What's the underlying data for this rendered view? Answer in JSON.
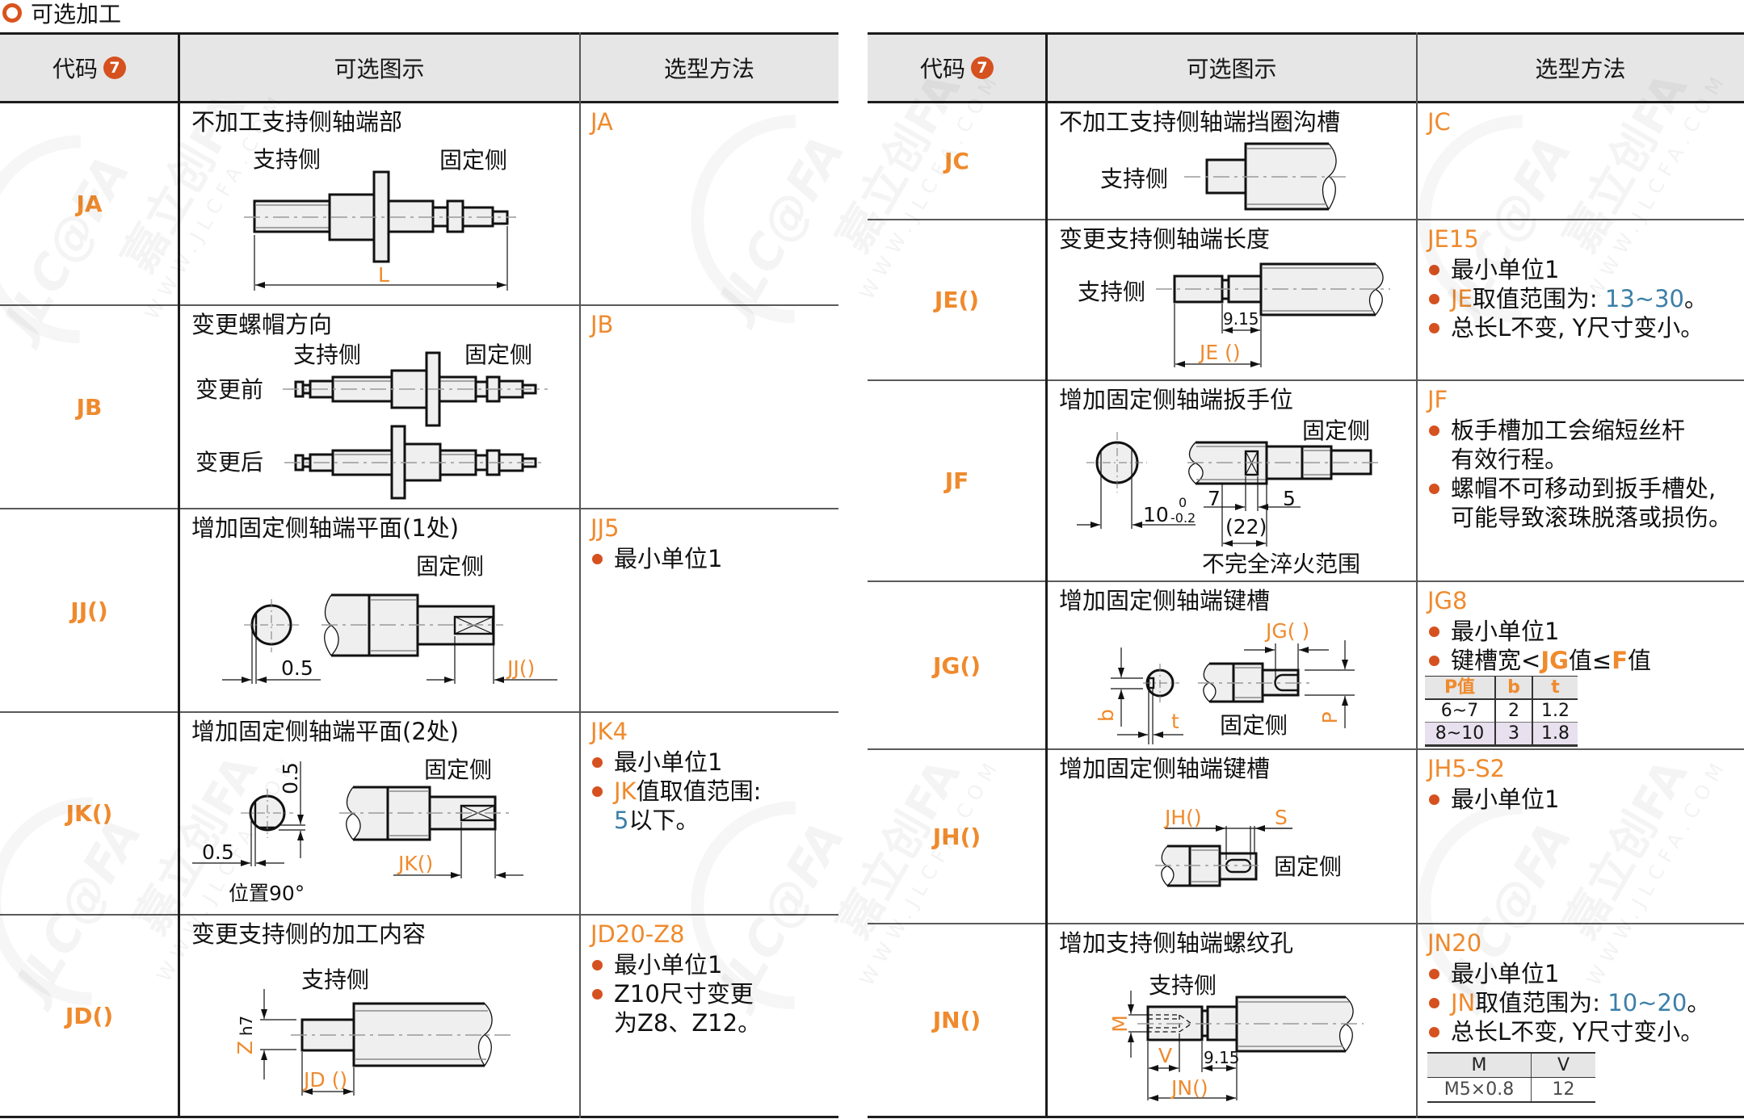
{
  "section": {
    "title": "可选加工"
  },
  "header": {
    "code": "代码",
    "badge": "7",
    "diagram": "可选图示",
    "method": "选型方法"
  },
  "left": {
    "rows": [
      {
        "code": "JA",
        "title": "不加工支持侧轴端部",
        "diagram": {
          "support_side": "支持侧",
          "fixed_side": "固定侧",
          "dim_length": "L"
        },
        "method": {
          "code": "JA",
          "lines": []
        }
      },
      {
        "code": "JB",
        "title": "变更螺帽方向",
        "diagram": {
          "support_side": "支持侧",
          "fixed_side": "固定侧",
          "before": "变更前",
          "after": "变更后"
        },
        "method": {
          "code": "JB",
          "lines": []
        }
      },
      {
        "code": "JJ()",
        "title": "增加固定侧轴端平面(1处)",
        "diagram": {
          "fixed_side": "固定侧",
          "dim_flat": "0.5",
          "dim_code": "JJ()"
        },
        "method": {
          "code": "JJ5",
          "lines": [
            {
              "bullet": true,
              "segments": [
                {
                  "text": "最小单位1"
                }
              ]
            }
          ]
        }
      },
      {
        "code": "JK()",
        "title": "增加固定侧轴端平面(2处)",
        "diagram": {
          "fixed_side": "固定侧",
          "dim_flat_v": "0.5",
          "dim_flat_h": "0.5",
          "position": "位置90°",
          "dim_code": "JK()"
        },
        "method": {
          "code": "JK4",
          "lines": [
            {
              "bullet": true,
              "segments": [
                {
                  "text": "最小单位1"
                }
              ]
            },
            {
              "bullet": true,
              "segments": [
                {
                  "text": "JK",
                  "color": "orange"
                },
                {
                  "text": "值取值范围:"
                }
              ]
            },
            {
              "bullet": false,
              "segments": [
                {
                  "text": "5",
                  "color": "blue"
                },
                {
                  "text": "以下。"
                }
              ]
            }
          ]
        }
      },
      {
        "code": "JD()",
        "title": "变更支持侧的加工内容",
        "diagram": {
          "support_side": "支持侧",
          "dim_z": "Z",
          "dim_tolerance": "h7",
          "dim_code": "JD ()"
        },
        "method": {
          "code": "JD20-Z8",
          "lines": [
            {
              "bullet": true,
              "segments": [
                {
                  "text": "最小单位1"
                }
              ]
            },
            {
              "bullet": true,
              "segments": [
                {
                  "text": "Z10尺寸变更"
                }
              ]
            },
            {
              "bullet": false,
              "segments": [
                {
                  "text": "为Z8、Z12。"
                }
              ]
            }
          ]
        }
      }
    ]
  },
  "right": {
    "rows": [
      {
        "code": "JC",
        "title": "不加工支持侧轴端挡圈沟槽",
        "diagram": {
          "support_side": "支持侧"
        },
        "method": {
          "code": "JC",
          "lines": []
        }
      },
      {
        "code": "JE()",
        "title": "变更支持侧轴端长度",
        "diagram": {
          "support_side": "支持侧",
          "dim_fixed": "9.15",
          "dim_code": "JE ()"
        },
        "method": {
          "code": "JE15",
          "lines": [
            {
              "bullet": true,
              "segments": [
                {
                  "text": "最小单位1"
                }
              ]
            },
            {
              "bullet": true,
              "segments": [
                {
                  "text": "JE",
                  "color": "orange"
                },
                {
                  "text": "取值范围为: "
                },
                {
                  "text": "13~30",
                  "color": "blue"
                },
                {
                  "text": "。"
                }
              ]
            },
            {
              "bullet": true,
              "segments": [
                {
                  "text": "总长L不变, Y尺寸变小。"
                }
              ]
            }
          ]
        }
      },
      {
        "code": "JF",
        "title": "增加固定侧轴端扳手位",
        "diagram": {
          "fixed_side": "固定侧",
          "dim_width": "10",
          "tol_upper": "0",
          "tol_lower": "-0.2",
          "dim_a": "7",
          "dim_b": "5",
          "dim_ref": "(22)",
          "note": "不完全淬火范围"
        },
        "method": {
          "code": "JF",
          "lines": [
            {
              "bullet": true,
              "segments": [
                {
                  "text": "板手槽加工会缩短丝杆"
                }
              ]
            },
            {
              "bullet": false,
              "segments": [
                {
                  "text": "有效行程。"
                }
              ]
            },
            {
              "bullet": true,
              "segments": [
                {
                  "text": "螺帽不可移动到扳手槽处,"
                }
              ]
            },
            {
              "bullet": false,
              "segments": [
                {
                  "text": "可能导致滚珠脱落或损伤。"
                }
              ]
            }
          ]
        }
      },
      {
        "code": "JG()",
        "title": "增加固定侧轴端键槽",
        "diagram": {
          "dim_code": "JG( )",
          "dim_b": "b",
          "dim_t": "t",
          "fixed_side": "固定侧",
          "dim_p": "P"
        },
        "method": {
          "code": "JG8",
          "lines": [
            {
              "bullet": true,
              "segments": [
                {
                  "text": "最小单位1"
                }
              ]
            },
            {
              "bullet": true,
              "segments": [
                {
                  "text": "键槽宽<"
                },
                {
                  "text": "JG",
                  "color": "orange",
                  "bold": true
                },
                {
                  "text": "值≤"
                },
                {
                  "text": "F",
                  "color": "orange",
                  "bold": true
                },
                {
                  "text": "值"
                }
              ]
            }
          ],
          "table": {
            "headers": [
              "P值",
              "b",
              "t"
            ],
            "rows": [
              [
                "6~7",
                "2",
                "1.2"
              ],
              [
                "8~10",
                "3",
                "1.8"
              ]
            ],
            "highlighted_row": 1
          }
        }
      },
      {
        "code": "JH()",
        "title": "增加固定侧轴端键槽",
        "diagram": {
          "dim_code": "JH()",
          "dim_s": "S",
          "fixed_side": "固定侧"
        },
        "method": {
          "code": "JH5-S2",
          "lines": [
            {
              "bullet": true,
              "segments": [
                {
                  "text": "最小单位1"
                }
              ]
            }
          ]
        }
      },
      {
        "code": "JN()",
        "title": "增加支持侧轴端螺纹孔",
        "diagram": {
          "support_side": "支持侧",
          "dim_m": "M",
          "dim_v": "V",
          "dim_fixed": "9.15",
          "dim_code": "JN()"
        },
        "method": {
          "code": "JN20",
          "lines": [
            {
              "bullet": true,
              "segments": [
                {
                  "text": "最小单位1"
                }
              ]
            },
            {
              "bullet": true,
              "segments": [
                {
                  "text": "JN",
                  "color": "orange"
                },
                {
                  "text": "取值范围为: "
                },
                {
                  "text": "10~20",
                  "color": "blue"
                },
                {
                  "text": "。"
                }
              ]
            },
            {
              "bullet": true,
              "segments": [
                {
                  "text": "总长L不变, Y尺寸变小。"
                }
              ]
            }
          ],
          "table": {
            "headers": [
              "M",
              "V"
            ],
            "rows": [
              [
                "M5×0.8",
                "12"
              ]
            ]
          }
        }
      }
    ]
  },
  "watermark": {
    "logo": "JLC@FA",
    "brand": "嘉立创FA",
    "url": "WWW.JLCFA.COM"
  },
  "colors": {
    "accent_orange": "#ef8a2d",
    "bullet": "#d5511f",
    "value_blue": "#3b7fa8",
    "header_bg": "#e6e6e6",
    "highlight_row": "#e8e0ee",
    "section_icon": "#d9531e"
  }
}
